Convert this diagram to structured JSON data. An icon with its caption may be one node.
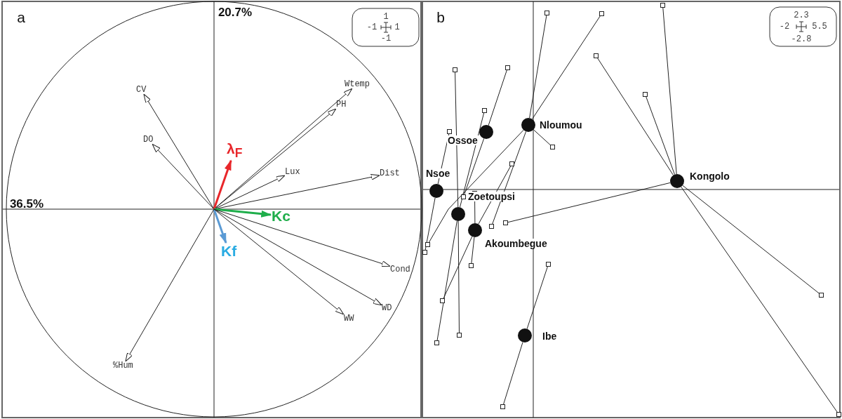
{
  "diagram": {
    "nodes": [
      {
        "text": [
          "CV"
        ]
      },
      {
        "text": [
          "DO"
        ]
      },
      {
        "text": [
          "Wtemp"
        ]
      },
      {
        "text": [
          "PH"
        ]
      },
      {
        "text": [
          "Lux"
        ]
      },
      {
        "text": [
          "Dist"
        ]
      },
      {
        "text": [
          "λ$_{F}$"
        ]
      },
      {
        "text": [
          "Kc"
        ]
      },
      {
        "text": [
          "Kf"
        ]
      },
      {
        "text": [
          "Cond"
        ]
      },
      {
        "text": [
          "WD"
        ]
      },
      {
        "text": [
          "WW"
        ]
      },
      {
        "text": [
          "%Hum"
        ]
      },
      {
        "text": [],
        "shape": "circle",
        "beside": [
          "Ossoe"
        ]
      },
      {
        "text": [],
        "shape": "circle",
        "beside": [
          "Nloumou"
        ]
      },
      {
        "text": [],
        "shape": "circle",
        "beside": [
          "Nsoe"
        ]
      },
      {
        "text": [],
        "shape": "circle",
        "beside": [
          "Kongolo"
        ]
      },
      {
        "text": [],
        "shape": "circle",
        "beside": [
          "Zoetoupsi"
        ]
      },
      {
        "text": [],
        "shape": "circle",
        "beside": [
          "Akoumbegue"
        ]
      },
      {
        "text": [],
        "shape": "circle",
        "beside": [
          "Ibe"
        ]
      },
      {
        "text": [],
        "shape": "box"
      },
      {
        "text": [],
        "shape": "box"
      },
      {
        "text": [],
        "shape": "box"
      },
      {
        "text": [],
        "shape": "box"
      },
      {
        "text": [],
        "shape": "box"
      },
      {
        "text": [],
        "shape": "box"
      },
      {
        "text": [],
        "shape": "box"
      },
      {
        "text": [],
        "shape": "box"
      },
      {
        "text": [],
        "shape": "box"
      },
      {
        "text": [],
        "shape": "box"
      },
      {
        "text": [],
        "shape": "box"
      },
      {
        "text": [],
        "shape": "box"
      },
      {
        "text": [],
        "shape": "box"
      },
      {
        "text": [],
        "shape": "box"
      },
      {
        "text": [],
        "shape": "box"
      },
      {
        "text": [],
        "shape": "box"
      },
      {
        "text": [],
        "shape": "box"
      },
      {
        "text": [],
        "shape": "box"
      },
      {
        "text": [],
        "shape": "box"
      },
      {
        "text": [],
        "shape": "box"
      },
      {
        "text": [],
        "shape": "box"
      },
      {
        "text": [],
        "shape": "box"
      },
      {
        "text": [],
        "shape": "box"
      },
      {
        "text": [],
        "shape": "box"
      },
      {
        "text": [],
        "shape": "box"
      }
    ],
    "edges": [
      {
        "from": null,
        "to": 0,
        "arrow": "to"
      },
      {
        "from": null,
        "to": 1,
        "arrow": "to"
      },
      {
        "from": null,
        "to": 2,
        "arrow": "to"
      },
      {
        "from": null,
        "to": 3,
        "arrow": "to"
      },
      {
        "from": null,
        "to": 4,
        "arrow": "to"
      },
      {
        "from": null,
        "to": 5,
        "arrow": "to"
      },
      {
        "from": null,
        "to": 6,
        "arrow": "to",
        "style": "thick",
        "color": "#e8262a"
      },
      {
        "from": null,
        "to": 7,
        "arrow": "to",
        "style": "thick",
        "color": "#1fae4b"
      },
      {
        "from": null,
        "to": 8,
        "arrow": "to",
        "style": "thick",
        "color": "#5b9bd5"
      },
      {
        "from": null,
        "to": 9,
        "arrow": "to"
      },
      {
        "from": null,
        "to": 10,
        "arrow": "to"
      },
      {
        "from": null,
        "to": 11,
        "arrow": "to"
      },
      {
        "from": null,
        "to": 12,
        "arrow": "to"
      },
      {
        "from": 15,
        "to": 20,
        "arrow": "none"
      },
      {
        "from": 14,
        "to": 21,
        "arrow": "none"
      },
      {
        "from": 17,
        "to": 22,
        "arrow": "none"
      },
      {
        "from": 18,
        "to": 23,
        "arrow": "none"
      },
      {
        "from": 15,
        "to": 24,
        "arrow": "none"
      },
      {
        "from": 17,
        "to": 25,
        "arrow": "none"
      },
      {
        "from": 17,
        "to": 26,
        "arrow": "none"
      },
      {
        "from": 13,
        "to": 27,
        "arrow": "none"
      },
      {
        "from": 18,
        "to": 28,
        "arrow": "none"
      },
      {
        "from": 18,
        "to": 29,
        "arrow": "none"
      },
      {
        "from": 17,
        "to": 30,
        "arrow": "none"
      },
      {
        "from": 14,
        "to": 31,
        "arrow": "none"
      },
      {
        "from": 19,
        "to": 32,
        "arrow": "none"
      },
      {
        "from": 16,
        "to": 33,
        "arrow": "none"
      },
      {
        "from": 13,
        "to": 34,
        "arrow": "none"
      },
      {
        "from": 18,
        "to": 35,
        "arrow": "none"
      },
      {
        "from": 14,
        "to": 36,
        "arrow": "none"
      },
      {
        "from": 19,
        "to": 37,
        "arrow": "none"
      },
      {
        "from": 14,
        "to": 38,
        "arrow": "none"
      },
      {
        "from": 16,
        "to": 39,
        "arrow": "none"
      },
      {
        "from": 14,
        "to": 40,
        "arrow": "none"
      },
      {
        "from": 16,
        "to": 41,
        "arrow": "none"
      },
      {
        "from": 16,
        "to": 42,
        "arrow": "none"
      },
      {
        "from": 16,
        "to": 43,
        "arrow": "none"
      },
      {
        "from": 16,
        "to": 44,
        "arrow": "none"
      }
    ],
    "labels": [
      "a",
      "20.7%",
      "1",
      "-1",
      "1",
      "-1",
      "36.5%",
      "b",
      "2.3",
      "-2",
      "5.5",
      "-2.8"
    ]
  }
}
